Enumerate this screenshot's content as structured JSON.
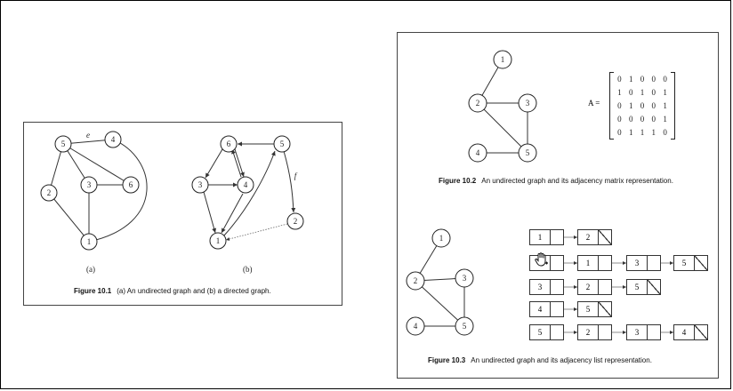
{
  "figure_10_1": {
    "caption_label": "Figure 10.1",
    "caption_text": "(a) An undirected graph and (b) a directed graph.",
    "sub_a": "(a)",
    "sub_b": "(b)",
    "edge_label_e": "e",
    "edge_label_f": "f",
    "graph_a_nodes": [
      "5",
      "4",
      "2",
      "3",
      "6",
      "1"
    ],
    "graph_b_nodes": [
      "6",
      "5",
      "3",
      "4",
      "2",
      "1"
    ]
  },
  "figure_10_2": {
    "caption_label": "Figure 10.2",
    "caption_text": "An undirected graph and its adjacency matrix representation.",
    "nodes": [
      "1",
      "2",
      "3",
      "4",
      "5"
    ],
    "matrix_label": "A =",
    "matrix": [
      [
        "0",
        "1",
        "0",
        "0",
        "0"
      ],
      [
        "1",
        "0",
        "1",
        "0",
        "1"
      ],
      [
        "0",
        "1",
        "0",
        "0",
        "1"
      ],
      [
        "0",
        "0",
        "0",
        "0",
        "1"
      ],
      [
        "0",
        "1",
        "1",
        "1",
        "0"
      ]
    ]
  },
  "figure_10_3": {
    "caption_label": "Figure 10.3",
    "caption_text": "An undirected graph and its adjacency list representation.",
    "nodes": [
      "1",
      "2",
      "3",
      "4",
      "5"
    ],
    "lists": [
      {
        "head": "1",
        "items": [
          "2"
        ]
      },
      {
        "head": "",
        "items": [
          "1",
          "3",
          "5"
        ]
      },
      {
        "head": "3",
        "items": [
          "2",
          "5"
        ]
      },
      {
        "head": "4",
        "items": [
          "5"
        ]
      },
      {
        "head": "5",
        "items": [
          "2",
          "3",
          "4"
        ]
      }
    ]
  },
  "cursor_icon": "hand-pointer-icon"
}
